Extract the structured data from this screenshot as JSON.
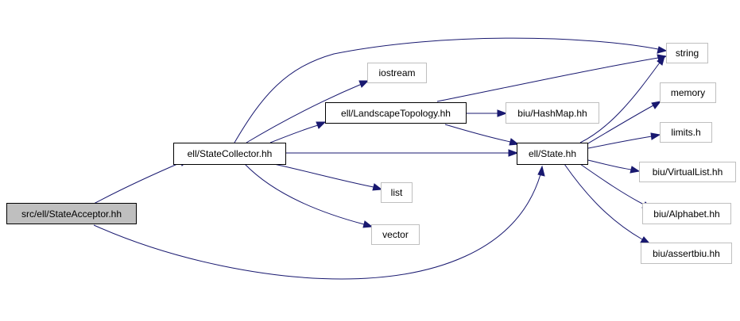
{
  "nodes": {
    "state_acceptor": "src/ell/StateAcceptor.hh",
    "state_collector": "ell/StateCollector.hh",
    "landscape_topology": "ell/LandscapeTopology.hh",
    "state": "ell/State.hh",
    "iostream": "iostream",
    "list": "list",
    "vector": "vector",
    "hashmap": "biu/HashMap.hh",
    "string": "string",
    "memory": "memory",
    "limits": "limits.h",
    "virtual_list": "biu/VirtualList.hh",
    "alphabet": "biu/Alphabet.hh",
    "assertbiu": "biu/assertbiu.hh"
  },
  "edges": [
    [
      "state_acceptor",
      "state_collector"
    ],
    [
      "state_acceptor",
      "state"
    ],
    [
      "state_collector",
      "string"
    ],
    [
      "state_collector",
      "iostream"
    ],
    [
      "state_collector",
      "landscape_topology"
    ],
    [
      "state_collector",
      "state"
    ],
    [
      "state_collector",
      "list"
    ],
    [
      "state_collector",
      "vector"
    ],
    [
      "landscape_topology",
      "string"
    ],
    [
      "landscape_topology",
      "hashmap"
    ],
    [
      "landscape_topology",
      "state"
    ],
    [
      "state",
      "string"
    ],
    [
      "state",
      "memory"
    ],
    [
      "state",
      "limits"
    ],
    [
      "state",
      "virtual_list"
    ],
    [
      "state",
      "alphabet"
    ],
    [
      "state",
      "assertbiu"
    ]
  ],
  "colors": {
    "edge": "#191970",
    "root_fill": "#bfbfbf",
    "ext_border": "#bfbfbf"
  }
}
